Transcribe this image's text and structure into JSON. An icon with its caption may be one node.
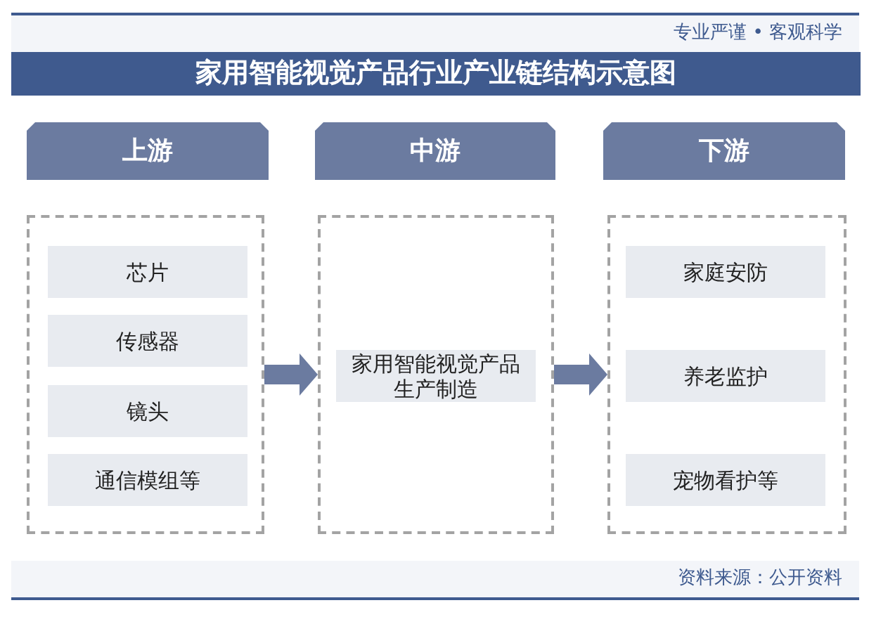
{
  "diagram": {
    "title": "家用智能视觉产品行业产业链结构示意图",
    "nodes": [
      {
        "text": [
          "上游"
        ]
      },
      {
        "text": [
          "中游"
        ]
      },
      {
        "text": [
          "下游"
        ]
      },
      {
        "text": [],
        "shape": "box"
      },
      {
        "text": [
          "芯片"
        ],
        "in": 3
      },
      {
        "text": [
          "传感器"
        ],
        "in": 3
      },
      {
        "text": [
          "镜头"
        ],
        "in": 3
      },
      {
        "text": [
          "通信模组等"
        ],
        "in": 3
      },
      {
        "text": [],
        "shape": "box"
      },
      {
        "text": [
          "家用智能视觉产品生产制造"
        ],
        "in": 8
      },
      {
        "text": [],
        "shape": "box"
      },
      {
        "text": [
          "家庭安防"
        ],
        "in": 10
      },
      {
        "text": [
          "养老监护"
        ],
        "in": 10
      },
      {
        "text": [
          "宠物看护等"
        ],
        "in": 10
      }
    ],
    "edges": [
      {
        "from": 3,
        "to": 8,
        "arrow": "to"
      },
      {
        "from": 8,
        "to": 10,
        "arrow": "to"
      }
    ],
    "labels": [
      "专业严谨 • 客观科学",
      "资料来源：公开资料"
    ]
  }
}
